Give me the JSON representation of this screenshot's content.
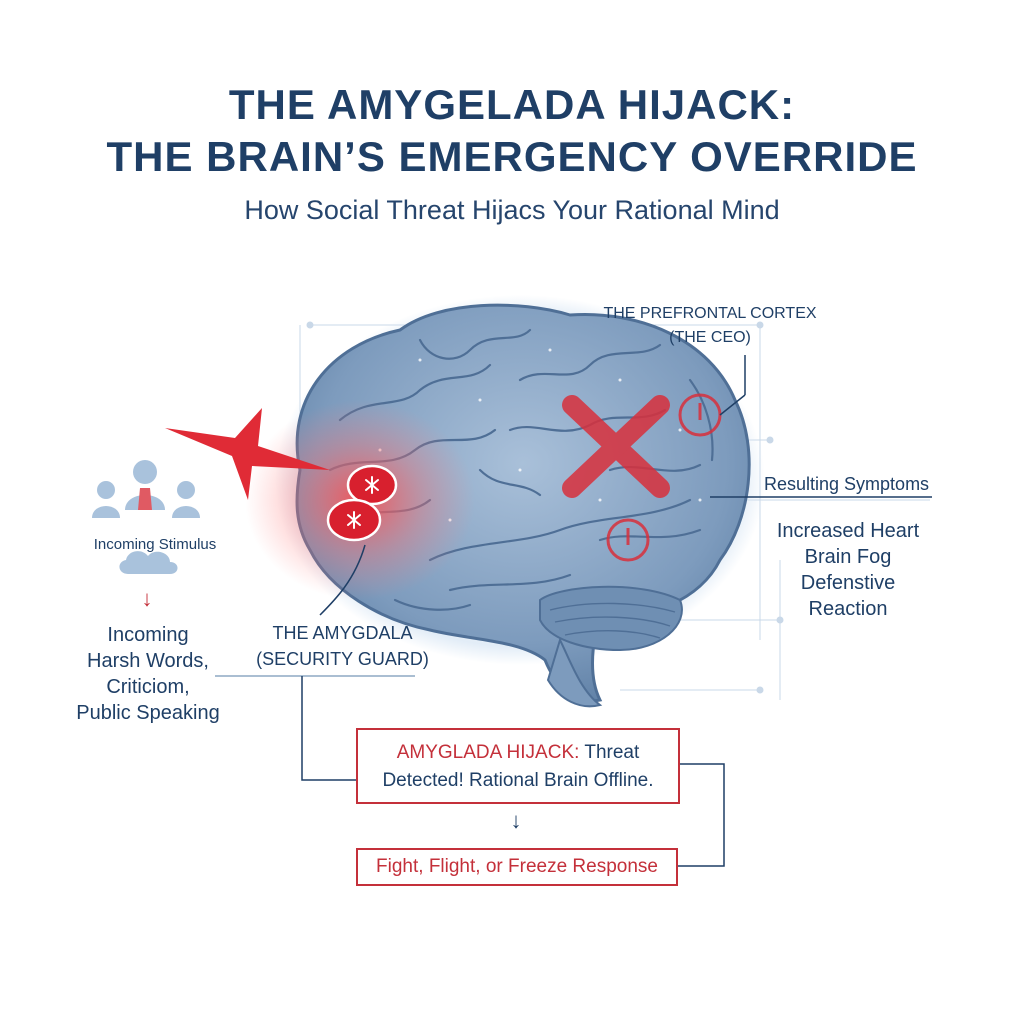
{
  "title_line1": "THE AMYGELADA HIJACK:",
  "title_line2": "THE BRAIN’S EMERGENCY OVERRIDE",
  "subtitle": "How Social Threat Hijacs Your Rational Mind",
  "stimulus": {
    "label": "Incoming Stimulus",
    "arrow": "↓",
    "lines": [
      "Incoming",
      "Harsh Words,",
      "Criticiom,",
      "Public Speaking"
    ]
  },
  "amygdala": {
    "line1": "THE AMYGDALA",
    "line2": "(SECURITY GUARD)"
  },
  "prefrontal": {
    "line1": "THE PREFRONTAL CORTEX",
    "line2": "(THE CEO)"
  },
  "symptoms": {
    "heading": "Resulting Symptoms",
    "items": [
      "Increased Heart",
      "Brain Fog",
      "Defenstive",
      "Reaction"
    ]
  },
  "hijack_box": {
    "prefix": "AMYGLADA HIJACK:",
    "suffix": " Threat",
    "line2": "Detected! Rational Brain Offline."
  },
  "flow_arrow": "↓",
  "response_box": "Fight, Flight, or Freeze Response",
  "colors": {
    "navy": "#1f3f66",
    "alert_red": "#c4303a",
    "brain_blue": "#6f8fb3",
    "grid_line": "#c9d8e8"
  }
}
